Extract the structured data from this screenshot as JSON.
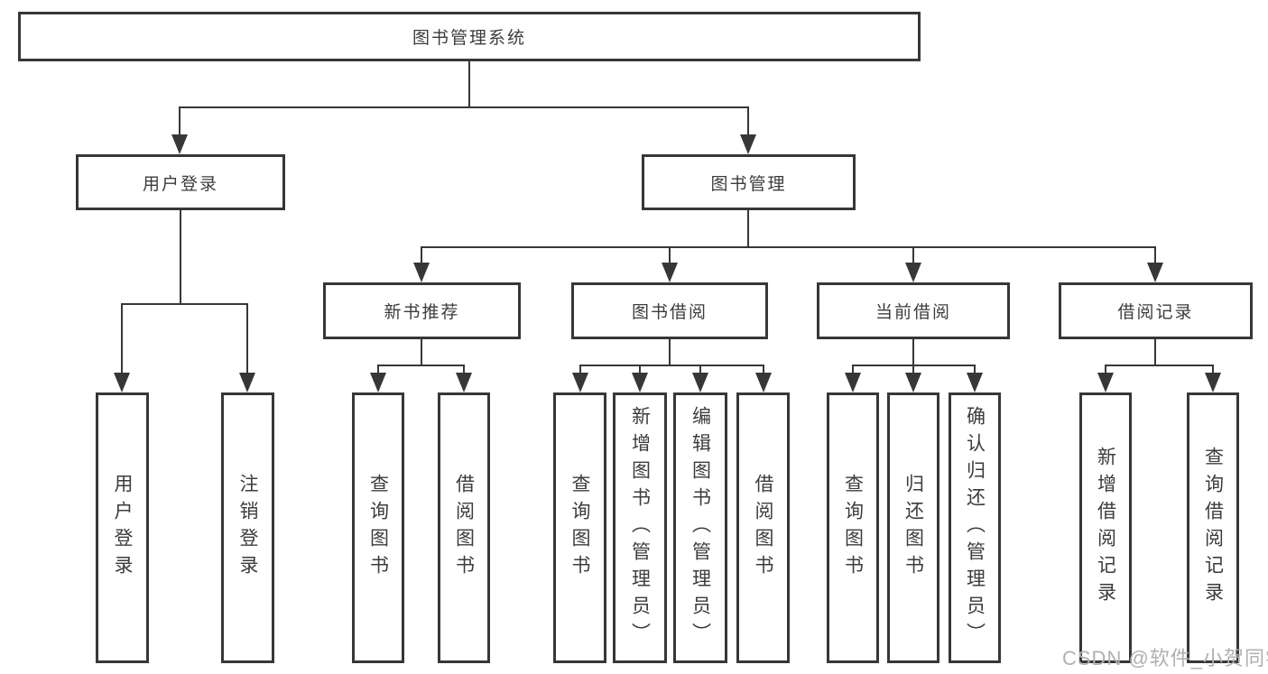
{
  "colors": {
    "line": "#373737",
    "text": "#3c3c3c",
    "watermark": "#b0b0b0",
    "background": "#ffffff"
  },
  "watermark": "CSDN @软件_小贺同学",
  "tree": {
    "label": "图书管理系统",
    "children": [
      {
        "label": "用户登录",
        "children": [
          {
            "label": "用户登录"
          },
          {
            "label": "注销登录"
          }
        ]
      },
      {
        "label": "图书管理",
        "children": [
          {
            "label": "新书推荐",
            "children": [
              {
                "label": "查询图书"
              },
              {
                "label": "借阅图书"
              }
            ]
          },
          {
            "label": "图书借阅",
            "children": [
              {
                "label": "查询图书"
              },
              {
                "label": "新增图书（管理员）"
              },
              {
                "label": "编辑图书（管理员）"
              },
              {
                "label": "借阅图书"
              }
            ]
          },
          {
            "label": "当前借阅",
            "children": [
              {
                "label": "查询图书"
              },
              {
                "label": "归还图书"
              },
              {
                "label": "确认归还（管理员）"
              }
            ]
          },
          {
            "label": "借阅记录",
            "children": [
              {
                "label": "新增借阅记录"
              },
              {
                "label": "查询借阅记录"
              }
            ]
          }
        ]
      }
    ]
  }
}
